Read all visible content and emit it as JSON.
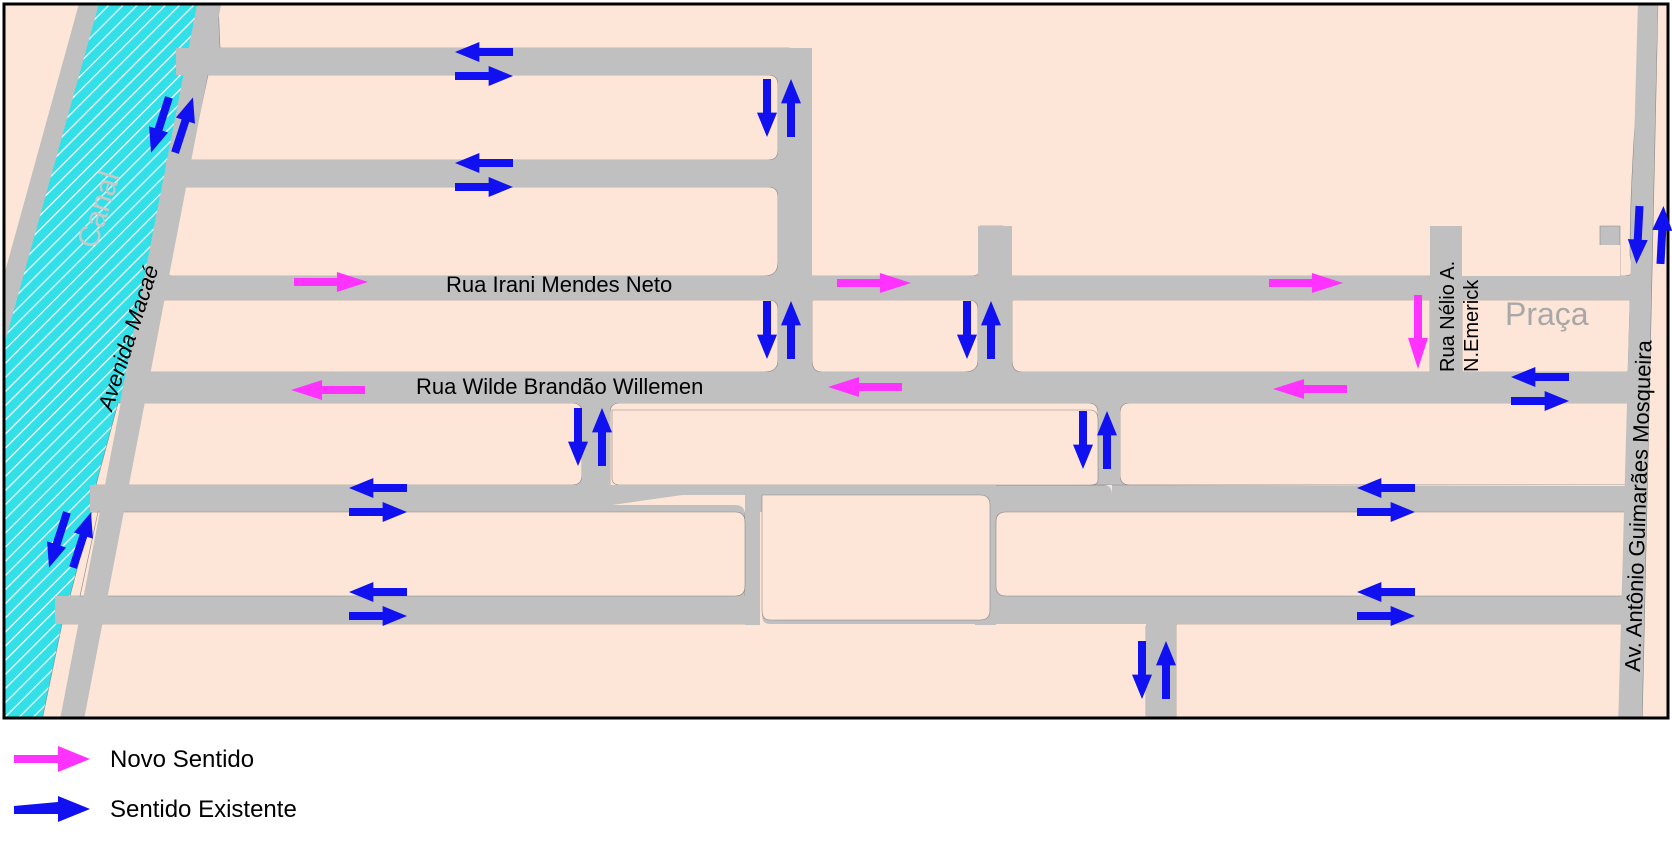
{
  "map": {
    "water_label": "Canal",
    "square_label": "Praça",
    "streets": {
      "avenida_macae": "Avenida Macaé",
      "rua_irani": "Rua Irani Mendes Neto",
      "rua_wilde": "Rua Wilde Brandão Willemen",
      "rua_nelio_line1": "Rua Nélio A.",
      "rua_nelio_line2": "N.Emerick",
      "av_antonio": "Av. Antônio Guimarães Mosqueira"
    }
  },
  "legend": {
    "items": [
      {
        "label": "Novo Sentido",
        "color": "#ff33ff"
      },
      {
        "label": "Sentido Existente",
        "color": "#1010f0"
      }
    ]
  },
  "colors": {
    "block": "#fde6d8",
    "road": "#c0c0c0",
    "water": "#33e0e8",
    "new_direction": "#ff33ff",
    "existing_direction": "#1010f0",
    "square_text": "#a8a8a8",
    "canal_text": "#c8c8c8"
  }
}
